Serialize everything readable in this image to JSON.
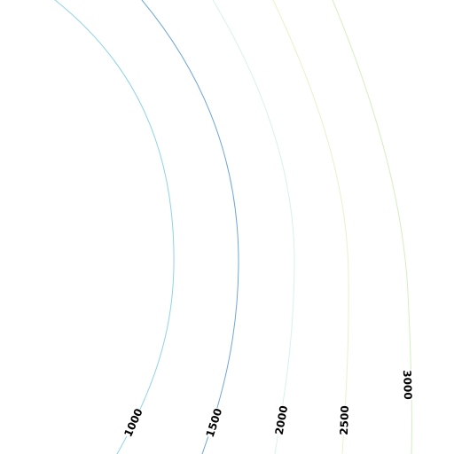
{
  "map": {
    "contours": [
      {
        "value": "1000",
        "color": "#8fd2e8"
      },
      {
        "value": "1500",
        "color": "#6fa6d6"
      },
      {
        "value": "2000",
        "color": "#d6f2ee"
      },
      {
        "value": "2500",
        "color": "#e4f4c8"
      },
      {
        "value": "3000",
        "color": "#d2efbf"
      }
    ]
  }
}
